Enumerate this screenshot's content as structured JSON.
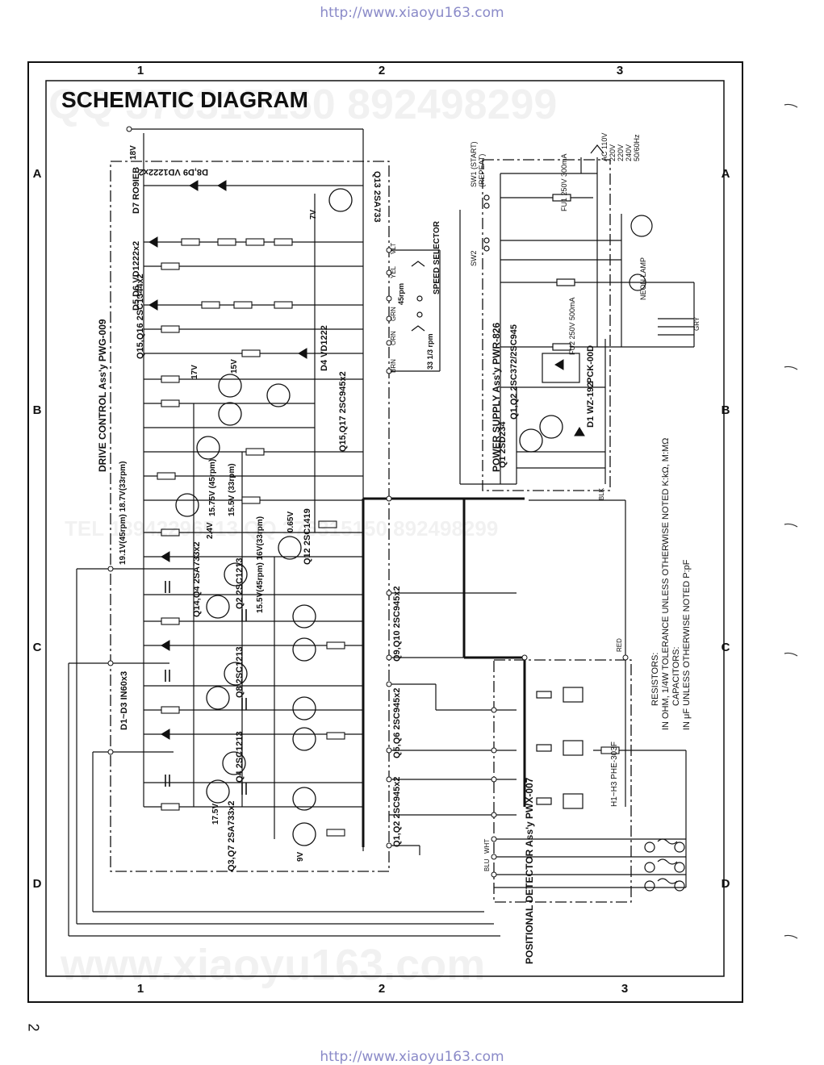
{
  "source_urls": [
    "http://www.xiaoyu163.com",
    "http://www.xiaoyu163.com"
  ],
  "title": "SCHEMATIC DIAGRAM",
  "page_number": "2",
  "grid": {
    "columns": [
      "1",
      "2",
      "3"
    ],
    "rows": [
      "A",
      "B",
      "C",
      "D"
    ]
  },
  "watermarks": [
    "QQ 376315150  892498299",
    "www.xiaoyu163.com",
    "TEL 13942296513  QQ 376315150  892498299"
  ],
  "assemblies": {
    "drive": "DRIVE CONTROL Ass'y PWG-009",
    "power": "POWER SUPPLY Ass'y PWR-826",
    "detector": "POSITIONAL DETECTOR Ass'y PWX-007",
    "speed": "SPEED SELECTOR"
  },
  "transistor_labels": [
    "Q13 2SA733",
    "Q15,Q16 2SC1344x2",
    "Q15,Q17 2SC945x2",
    "Q14,Q4 2SA733x2",
    "Q2 2SC1213",
    "Q8 2SC1213",
    "Q4 2SC1213",
    "Q12 2SC1419",
    "Q9,Q10 2SC945x2",
    "Q5,Q6 2SC945x2",
    "Q1,Q2 2SC945x2",
    "Q3,Q7 2SA733x2",
    "Q1 2SD234",
    "Q1,Q2 2SC372/2SC945"
  ],
  "diode_labels": [
    "D7 RO9IEB",
    "D8,D9 VD1222x2",
    "D5,D6 VD1222x2",
    "D4 VD1222",
    "D1~D3 IN60x3",
    "D1 WZ-192",
    "PCK-00D"
  ],
  "voltages": [
    "18V",
    "7V",
    "15V",
    "17V",
    "2.4V",
    "15.75V (45rpm)",
    "15.5V (33rpm)",
    "0.65V",
    "19.1V(45rpm) 18.7V(33rpm)",
    "15.5V(45rpm) 16V(33rpm)",
    "17.5V",
    "9V"
  ],
  "speed_selector": [
    "45rpm",
    "33 1/3 rpm"
  ],
  "ac_input": [
    "AC 110V",
    "220V",
    "220V",
    "240V",
    "50/60Hz"
  ],
  "switches": [
    "SW1 (START)",
    "(REPEAT)",
    "SW2",
    "NEON LAMP"
  ],
  "fuses": [
    "FU1 250V 300mA",
    "FU2 250V 500mA"
  ],
  "wire_colors": [
    "YEL",
    "GRN",
    "ORN",
    "BRN",
    "VLT",
    "BLK",
    "RED",
    "WHT",
    "BLU",
    "GRY"
  ],
  "notes": [
    "RESISTORS:",
    "IN OHM, 1/4W TOLERANCE UNLESS OTHERWISE NOTED K:kΩ, M:MΩ",
    "CAPACITORS:",
    "IN μF UNLESS OTHERWISE NOTED P:pF"
  ],
  "hall_elements": [
    "H1~H3 PHE-303F"
  ],
  "colors": {
    "ink": "#111111",
    "url": "#8a8ac8",
    "paper": "#ffffff"
  }
}
